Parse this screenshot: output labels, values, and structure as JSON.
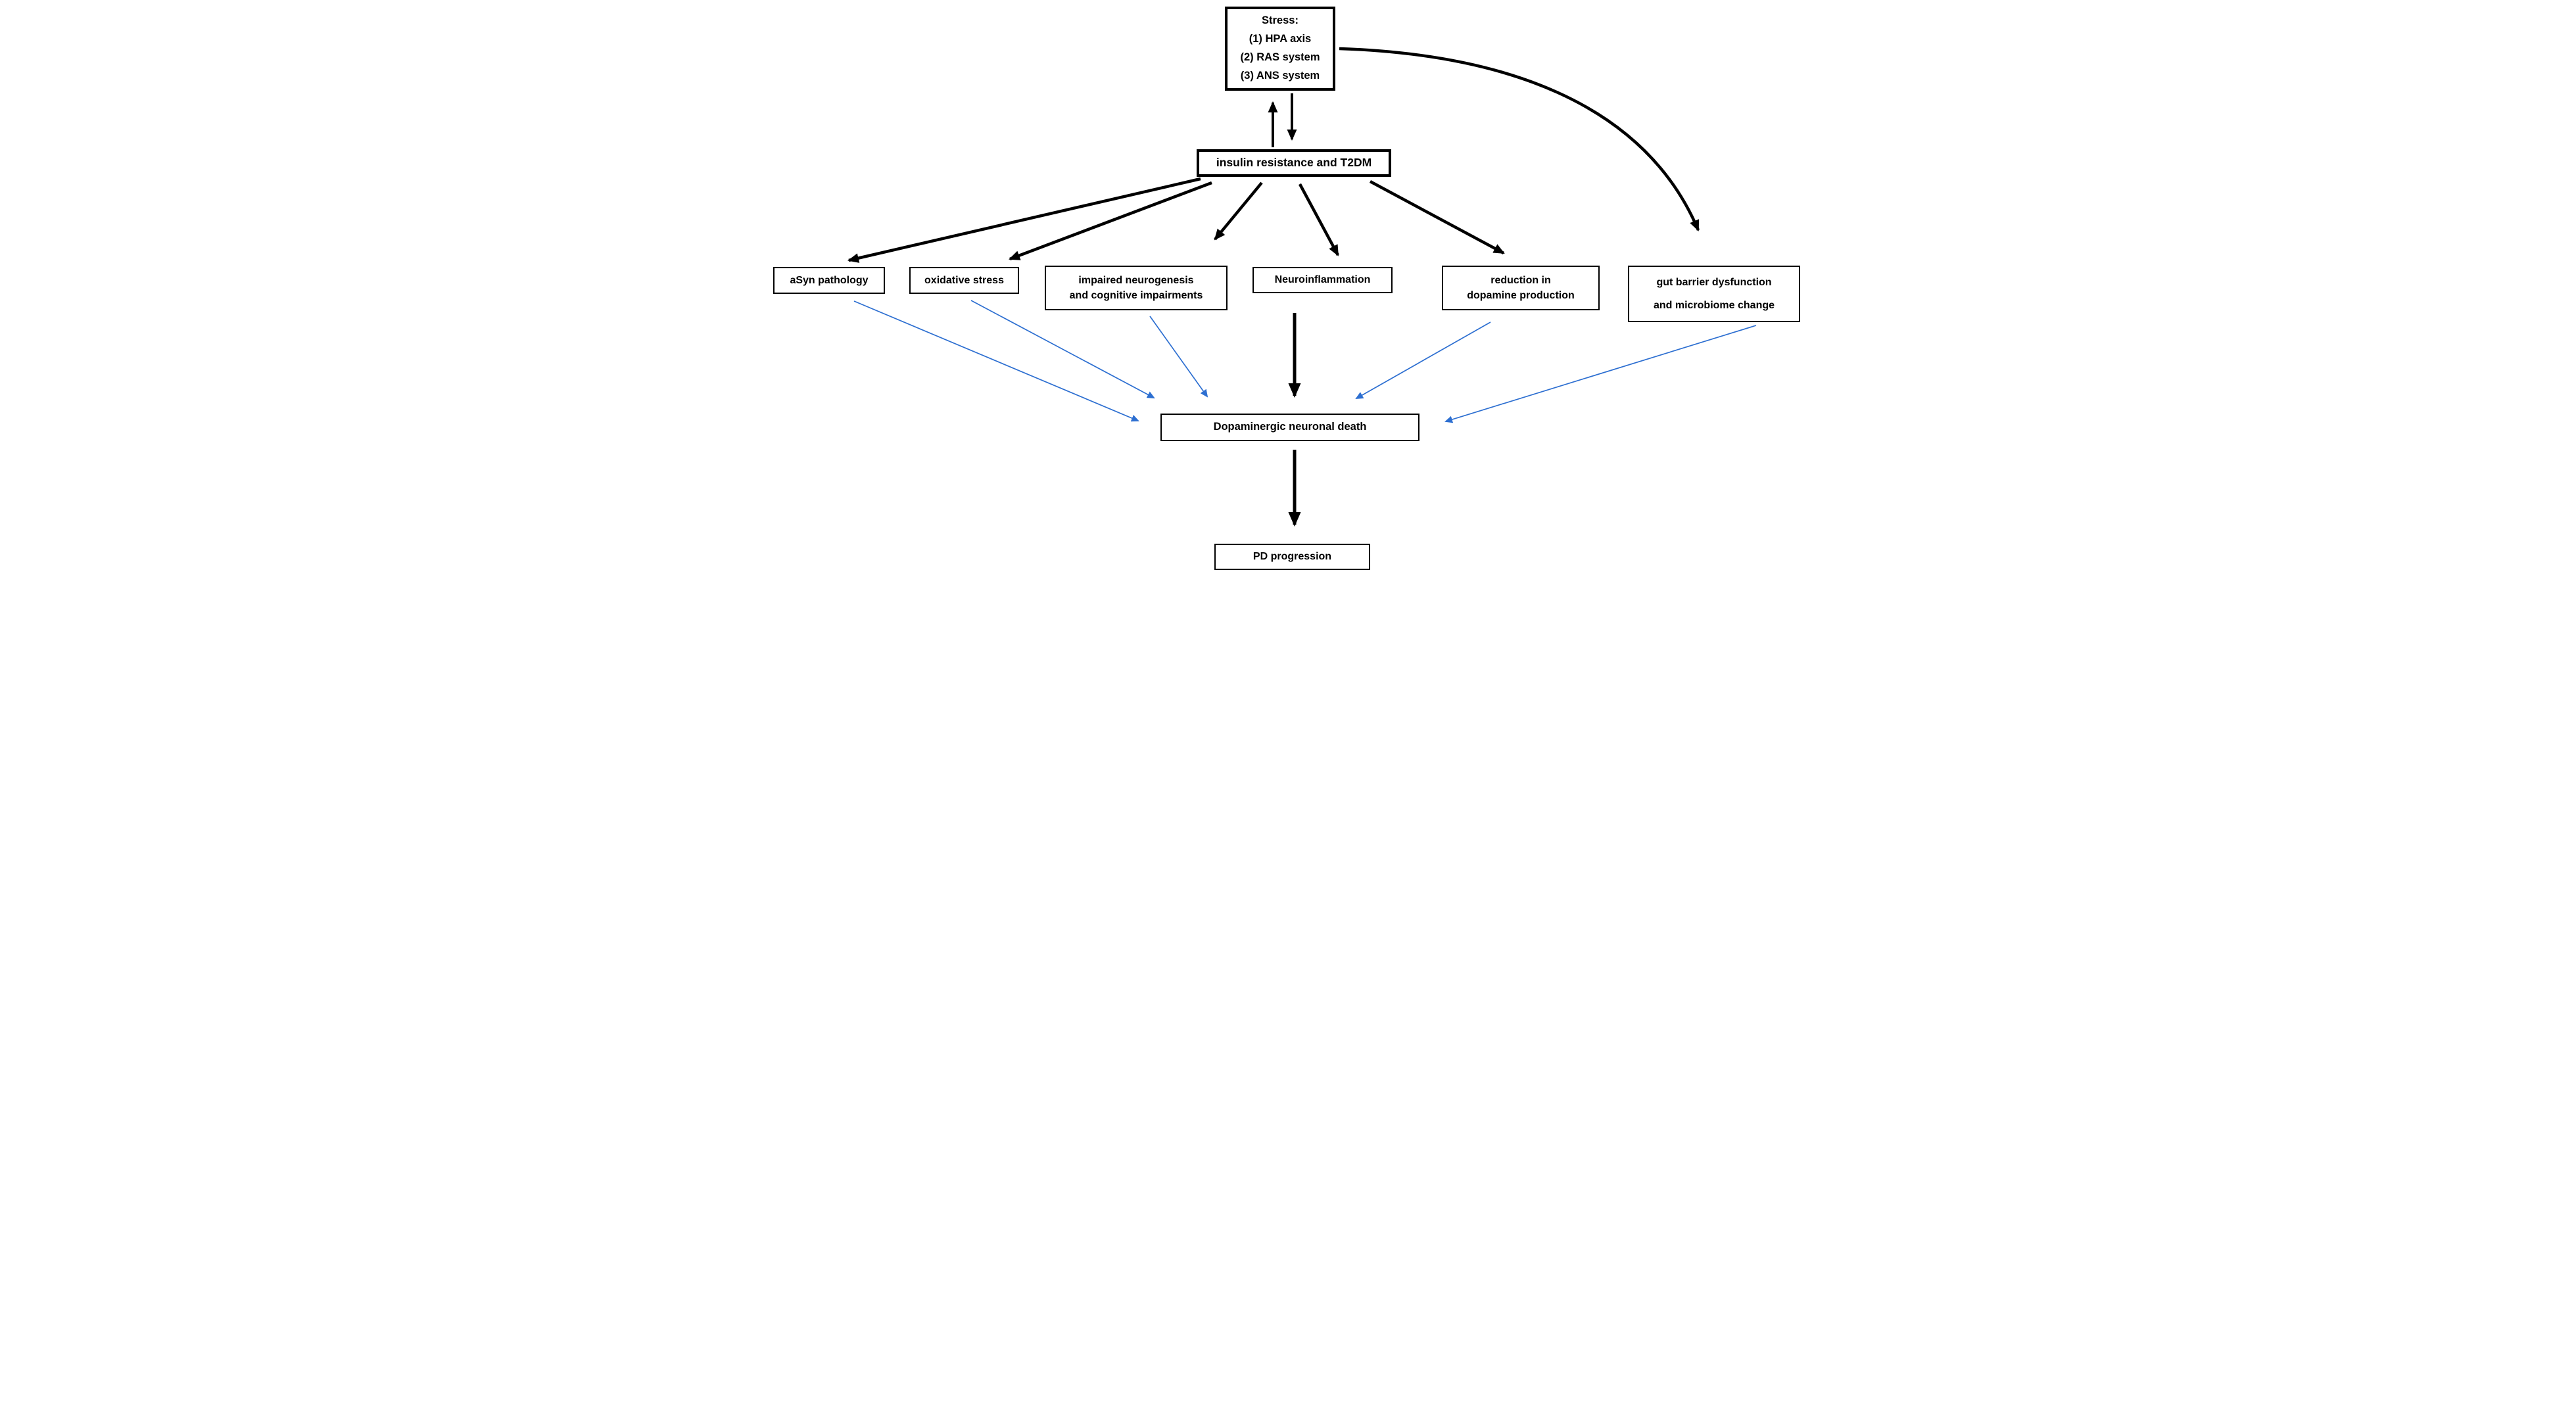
{
  "figure": {
    "description": "Flowchart of stress and insulin resistance / T2DM pathways leading to Parkinson's disease progression",
    "background": "#ffffff",
    "colors": {
      "box_border": "#000000",
      "text": "#000000",
      "black_arrow": "#000000",
      "blue_arrow": "#2d6fd1"
    }
  },
  "nodes": {
    "stress": {
      "lines": [
        "Stress:",
        "(1) HPA axis",
        "(2) RAS system",
        "(3) ANS system"
      ]
    },
    "insulin": {
      "label": "insulin resistance and T2DM"
    },
    "asyn": {
      "label": "aSyn pathology"
    },
    "oxidative": {
      "label": "oxidative stress"
    },
    "impaired": {
      "lines": [
        "impaired neurogenesis",
        "and cognitive impairments"
      ]
    },
    "neuroinflammation": {
      "label": "Neuroinflammation"
    },
    "reduction": {
      "lines": [
        "reduction in",
        "dopamine production"
      ]
    },
    "gut": {
      "lines": [
        "gut barrier dysfunction",
        "and microbiome change"
      ]
    },
    "dopaminergic": {
      "label": "Dopaminergic neuronal death"
    },
    "pd": {
      "label": "PD progression"
    }
  },
  "edges": [
    {
      "from": "insulin",
      "to": "stress",
      "style": "black-thick"
    },
    {
      "from": "stress",
      "to": "insulin",
      "style": "black-thick"
    },
    {
      "from": "stress",
      "to": "gut",
      "style": "black-thick-curved"
    },
    {
      "from": "insulin",
      "to": "asyn",
      "style": "black-thick"
    },
    {
      "from": "insulin",
      "to": "oxidative",
      "style": "black-thick"
    },
    {
      "from": "insulin",
      "to": "impaired",
      "style": "black-thick"
    },
    {
      "from": "insulin",
      "to": "neuroinflammation",
      "style": "black-thick"
    },
    {
      "from": "insulin",
      "to": "reduction",
      "style": "black-thick"
    },
    {
      "from": "neuroinflammation",
      "to": "dopaminergic",
      "style": "black-thick"
    },
    {
      "from": "asyn",
      "to": "dopaminergic",
      "style": "blue-thin"
    },
    {
      "from": "oxidative",
      "to": "dopaminergic",
      "style": "blue-thin"
    },
    {
      "from": "impaired",
      "to": "dopaminergic",
      "style": "blue-thin"
    },
    {
      "from": "reduction",
      "to": "dopaminergic",
      "style": "blue-thin"
    },
    {
      "from": "gut",
      "to": "dopaminergic",
      "style": "blue-thin"
    },
    {
      "from": "dopaminergic",
      "to": "pd",
      "style": "black-thick"
    }
  ]
}
